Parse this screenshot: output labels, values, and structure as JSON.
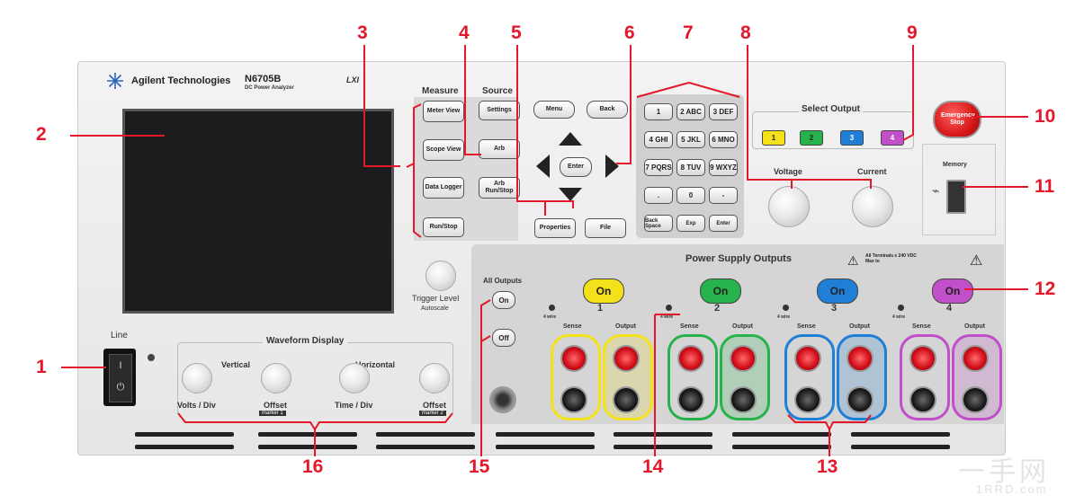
{
  "brand": {
    "name": "Agilent Technologies",
    "model": "N6705B",
    "subtitle": "DC Power Analyzer",
    "lxi": "LXI"
  },
  "callouts": [
    "1",
    "2",
    "3",
    "4",
    "5",
    "6",
    "7",
    "8",
    "9",
    "10",
    "11",
    "12",
    "13",
    "14",
    "15",
    "16"
  ],
  "front_panel": {
    "line_label": "Line",
    "measure_label": "Measure",
    "source_label": "Source",
    "measure_buttons": [
      "Meter View",
      "Scope View",
      "Data Logger",
      "Run/Stop"
    ],
    "source_buttons": [
      "Settings",
      "Arb",
      "Arb Run/Stop"
    ],
    "nav_buttons": {
      "menu": "Menu",
      "back": "Back",
      "enter": "Enter",
      "properties": "Properties",
      "file": "File"
    },
    "keypad": [
      "1",
      "2 ABC",
      "3 DEF",
      "4 GHI",
      "5 JKL",
      "6 MNO",
      "7 PQRS",
      "8 TUV",
      "9 WXYZ",
      ".",
      "0",
      "-",
      "Back Space",
      "Exp",
      "Enter"
    ],
    "select_output_label": "Select Output",
    "select_output_buttons": [
      "1",
      "2",
      "3",
      "4"
    ],
    "voltage_label": "Voltage",
    "current_label": "Current",
    "emergency_stop": "Emergency Stop",
    "memory_label": "Memory",
    "trigger_label": "Trigger Level",
    "autoscale_label": "Autoscale",
    "waveform_title": "Waveform Display",
    "vertical_label": "Vertical",
    "horizontal_label": "Horizontal",
    "knob_labels": [
      "Volts / Div",
      "Offset",
      "Time / Div",
      "Offset"
    ],
    "marker_labels": [
      "marker 1",
      "marker 2"
    ],
    "power_outputs_title": "Power Supply Outputs",
    "warning_text": "All Terminals ≤ 240 VDC Max to",
    "all_outputs_label": "All Outputs",
    "all_on": "On",
    "all_off": "Off",
    "channels": [
      {
        "num": "1",
        "on": "On",
        "color": "#f4e11a"
      },
      {
        "num": "2",
        "on": "On",
        "color": "#27b34b"
      },
      {
        "num": "3",
        "on": "On",
        "color": "#1f7ed6"
      },
      {
        "num": "4",
        "on": "On",
        "color": "#c04fc9"
      }
    ],
    "sense_label": "Sense",
    "output_label": "Output",
    "four_wire_label": "4 wire"
  },
  "watermark": {
    "text": "一手网",
    "url_text": "1RRD.com"
  },
  "colors": {
    "callout": "#e4182a",
    "emergency": "#e02020"
  }
}
